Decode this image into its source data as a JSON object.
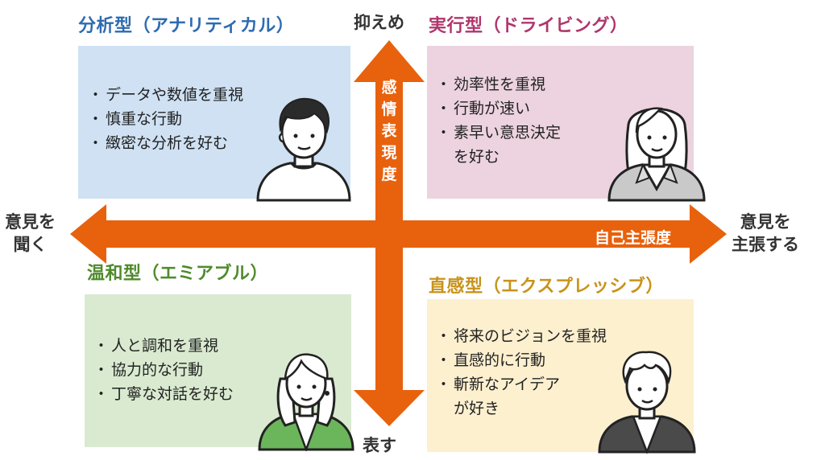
{
  "colors": {
    "arrow": "#e8610c",
    "analytic_title": "#2e6bb0",
    "driving_title": "#b0366c",
    "amiable_title": "#4f8a2c",
    "expressive_title": "#c8931a"
  },
  "axes": {
    "top": "抑えめ",
    "bottom": "表す",
    "left": "意見を\n聞く",
    "right": "意見を\n主張する",
    "vertical_arrow_label": "感情表現度",
    "horizontal_arrow_label": "自己主張度"
  },
  "quadrants": {
    "analytic": {
      "title": "分析型（アナリティカル）",
      "items": [
        "データや数値を重視",
        "慎重な行動",
        "緻密な分析を好む"
      ],
      "icon": "man-short-hair-icon"
    },
    "driving": {
      "title": "実行型（ドライビング）",
      "items": [
        "効率性を重視",
        "行動が速い",
        "素早い意思決定",
        "を好む"
      ],
      "icon": "woman-long-hair-icon"
    },
    "amiable": {
      "title": "温和型（エミアブル）",
      "items": [
        "人と調和を重視",
        "協力的な行動",
        "丁寧な対話を好む"
      ],
      "icon": "woman-bob-hair-icon"
    },
    "expressive": {
      "title": "直感型（エクスプレッシブ）",
      "items": [
        "将来のビジョンを重視",
        "直感的に行動",
        "斬新なアイデア",
        "が好き"
      ],
      "icon": "man-wavy-hair-icon"
    }
  }
}
